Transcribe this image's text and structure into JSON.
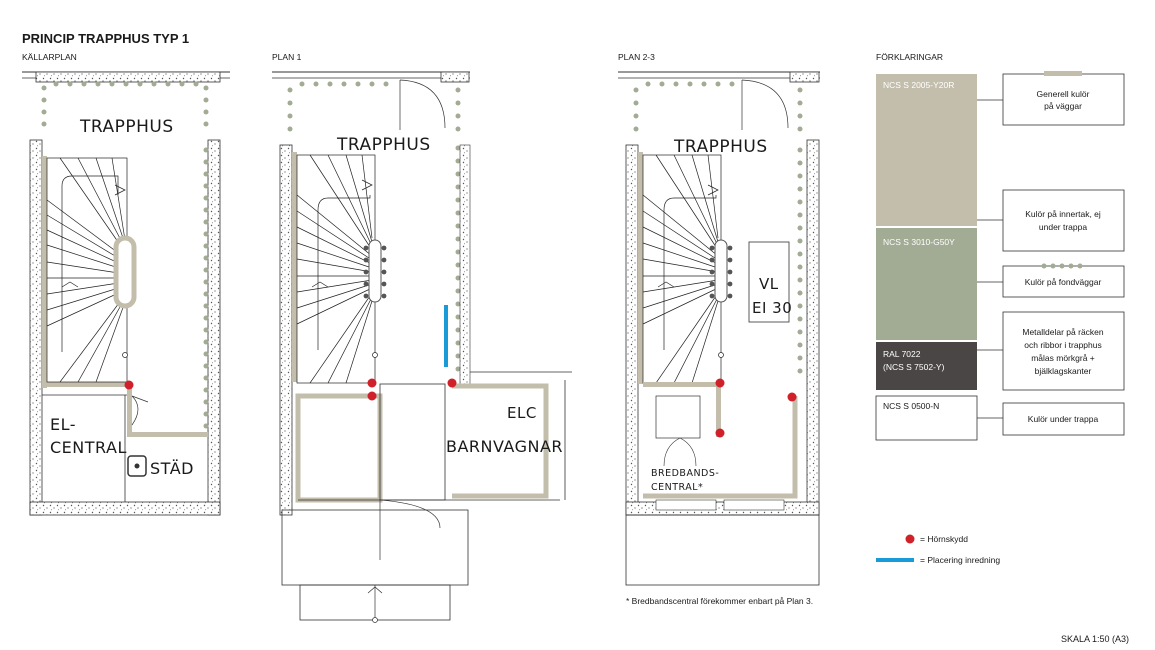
{
  "title": "PRINCIP TRAPPHUS TYP 1",
  "plans": [
    {
      "label": "KÄLLARPLAN",
      "rooms": {
        "stair": "TRAPPHUS",
        "el1": "EL-",
        "el2": "CENTRAL",
        "stad": "STÄD"
      }
    },
    {
      "label": "PLAN 1",
      "rooms": {
        "stair": "TRAPPHUS",
        "elc": "ELC",
        "barnvagnar": "BARNVAGNAR"
      }
    },
    {
      "label": "PLAN 2-3",
      "rooms": {
        "stair": "TRAPPHUS",
        "vl1": "VL",
        "vl2": "EI 30",
        "bb1": "BREDBANDS-",
        "bb2": "CENTRAL*"
      }
    }
  ],
  "footnote": "* Bredbandscentral förekommer enbart på Plan 3.",
  "legend": {
    "title": "FÖRKLARINGAR",
    "swatches": [
      {
        "code": "NCS S 2005-Y20R",
        "color": "#c3bdac"
      },
      {
        "code": "NCS S 3010-G50Y",
        "color": "#a2ab93"
      },
      {
        "code1": "RAL 7022",
        "code2": "(NCS S 7502-Y)",
        "color": "#4a4645"
      },
      {
        "code": "NCS S 0500-N",
        "color": "#ffffff"
      }
    ],
    "boxes": [
      {
        "l1": "Generell kulör",
        "l2": "på väggar"
      },
      {
        "l1": "Kulör på innertak, ej",
        "l2": "under trappa"
      },
      {
        "l1": "Kulör på fondväggar"
      },
      {
        "l1": "Metalldelar på räcken",
        "l2": "och ribbor i trapphus",
        "l3": "målas mörkgrå +",
        "l4": "bjälklagskanter"
      },
      {
        "l1": "Kulör under trappa"
      }
    ],
    "markers": [
      {
        "label": "= Hörnskydd",
        "color": "#d0202a"
      },
      {
        "label": "= Placering inredning",
        "color": "#1a9ad7"
      }
    ]
  },
  "scale": "SKALA 1:50 (A3)",
  "colors": {
    "wall": "#c3bdac",
    "fond": "#a2ab93",
    "corner": "#d0202a",
    "furnish": "#1a9ad7"
  }
}
